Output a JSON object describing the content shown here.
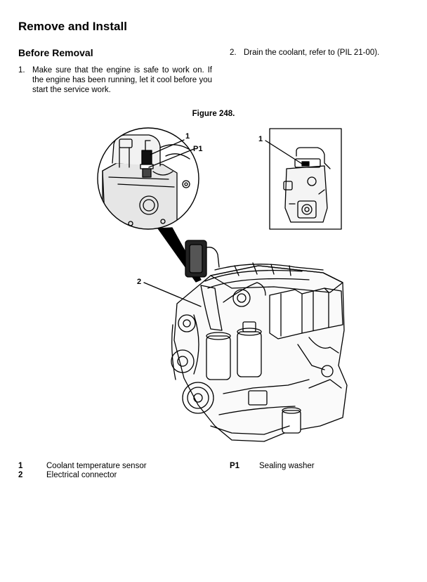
{
  "page": {
    "title": "Remove and Install",
    "section_heading": "Before Removal",
    "steps": [
      {
        "number": "1.",
        "text": "Make sure that the engine is safe to work on. If the engine has been running, let it cool before you start the service work."
      },
      {
        "number": "2.",
        "text": "Drain the coolant, refer to (PIL 21-00)."
      }
    ],
    "figure": {
      "caption": "Figure 248.",
      "callouts": {
        "c1_detail": "1",
        "p1_detail": "P1",
        "c1_inset": "1",
        "c2_main": "2"
      }
    },
    "legend": [
      {
        "key": "1",
        "label": "Coolant temperature sensor"
      },
      {
        "key": "2",
        "label": "Electrical connector"
      },
      {
        "key": "P1",
        "label": "Sealing washer"
      }
    ]
  }
}
